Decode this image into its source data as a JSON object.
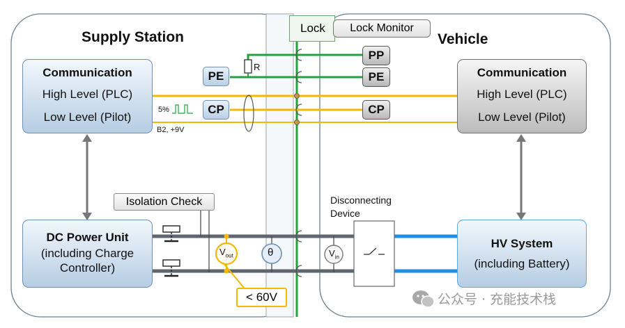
{
  "supply_station": {
    "title": "Supply Station",
    "communication": {
      "title": "Communication",
      "high_level": "High Level (PLC)",
      "low_level": "Low Level (Pilot)"
    },
    "pins": {
      "pe": "PE",
      "cp": "CP"
    },
    "resistor_label": "R",
    "pwm_label": "5%",
    "pilot_state": "B2, +9V",
    "isolation_check": "Isolation Check",
    "dc_power_unit": {
      "title": "DC Power Unit",
      "line1": "(including Charge",
      "line2": "Controller)"
    },
    "vout_symbol": "V",
    "vout_sub": "out",
    "theta_symbol": "θ",
    "voltage_limit": "< 60V"
  },
  "coupler": {
    "lock": "Lock",
    "lock_monitor": "Lock Monitor"
  },
  "vehicle": {
    "title": "Vehicle",
    "pins": {
      "pp": "PP",
      "pe": "PE",
      "cp": "CP"
    },
    "communication": {
      "title": "Communication",
      "high_level": "High Level (PLC)",
      "low_level": "Low Level (Pilot)"
    },
    "disconnecting_device": {
      "line1": "Disconnecting",
      "line2": "Device"
    },
    "vin_symbol": "V",
    "vin_sub": "in",
    "hv_system": {
      "title": "HV System",
      "subtitle": "(including Battery)"
    }
  },
  "watermark": "公众号 · 充能技术栈",
  "colors": {
    "green": "#22a33a",
    "yellow": "#f5b800",
    "blue": "#1e8ee6",
    "gray_line": "#5f6670",
    "arrow": "#777777"
  },
  "icons": [
    "resistor-icon",
    "pwm-pulse-icon",
    "cable-bundle-icon",
    "switch-icon",
    "relay-icon",
    "arrow-icon",
    "wechat-icon"
  ]
}
